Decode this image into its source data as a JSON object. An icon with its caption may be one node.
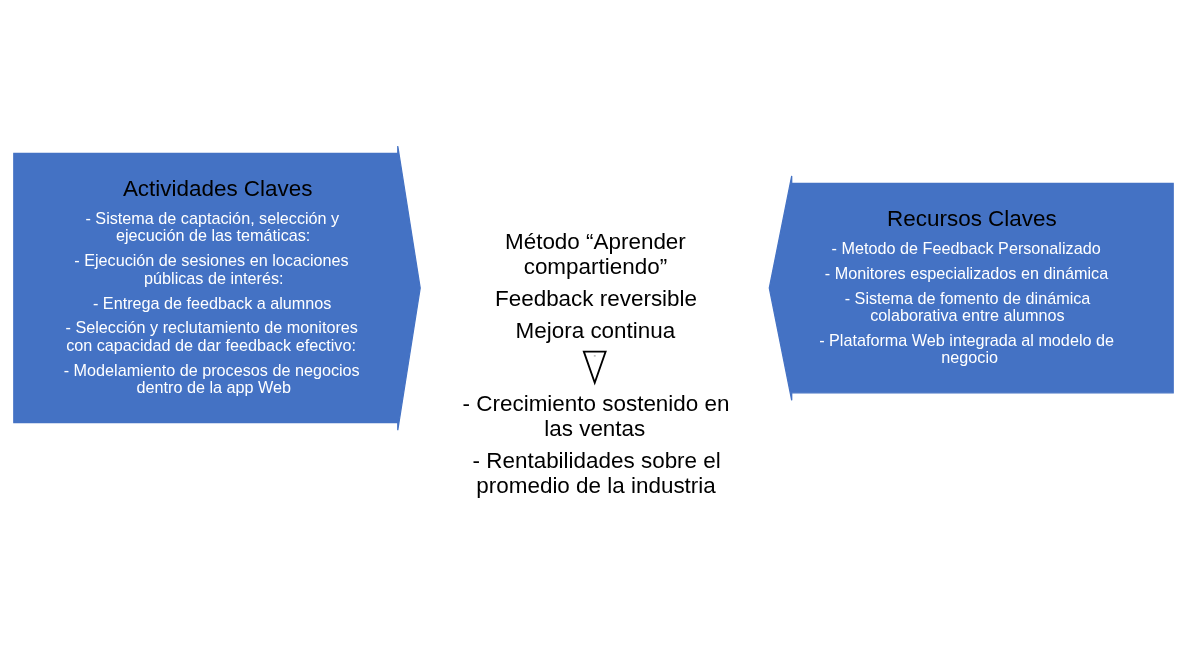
{
  "diagram": {
    "nodes": [
      {
        "text": [
          "Actividades Claves",
          "- Sistema de captación, selección y ejecución de las temáticas:",
          "- Ejecución de sesiones en locaciones públicas de interés:",
          "- Entrega de feedback a alumnos",
          "- Selección y reclutamiento de monitores con capacidad de dar feedback efectivo:",
          "- Modelamiento de procesos de negocios dentro de la app Web"
        ]
      },
      {
        "text": [
          "Recursos Claves",
          "- Metodo de Feedback Personalizado",
          "- Monitores especializados en dinámica",
          "- Sistema de fomento de dinámica colaborativa entre alumnos",
          "- Plataforma Web integrada al modelo de negocio"
        ]
      },
      {
        "text": [
          "Método “Aprender compartiendo”",
          "Feedback reversible",
          "Mejora continua"
        ]
      },
      {
        "text": [
          "- Crecimiento sostenido en las ventas",
          "- Rentabilidades sobre el promedio de la industria"
        ]
      }
    ],
    "edges": [
      {
        "from": 2,
        "to": 3,
        "arrow": "to"
      }
    ]
  }
}
